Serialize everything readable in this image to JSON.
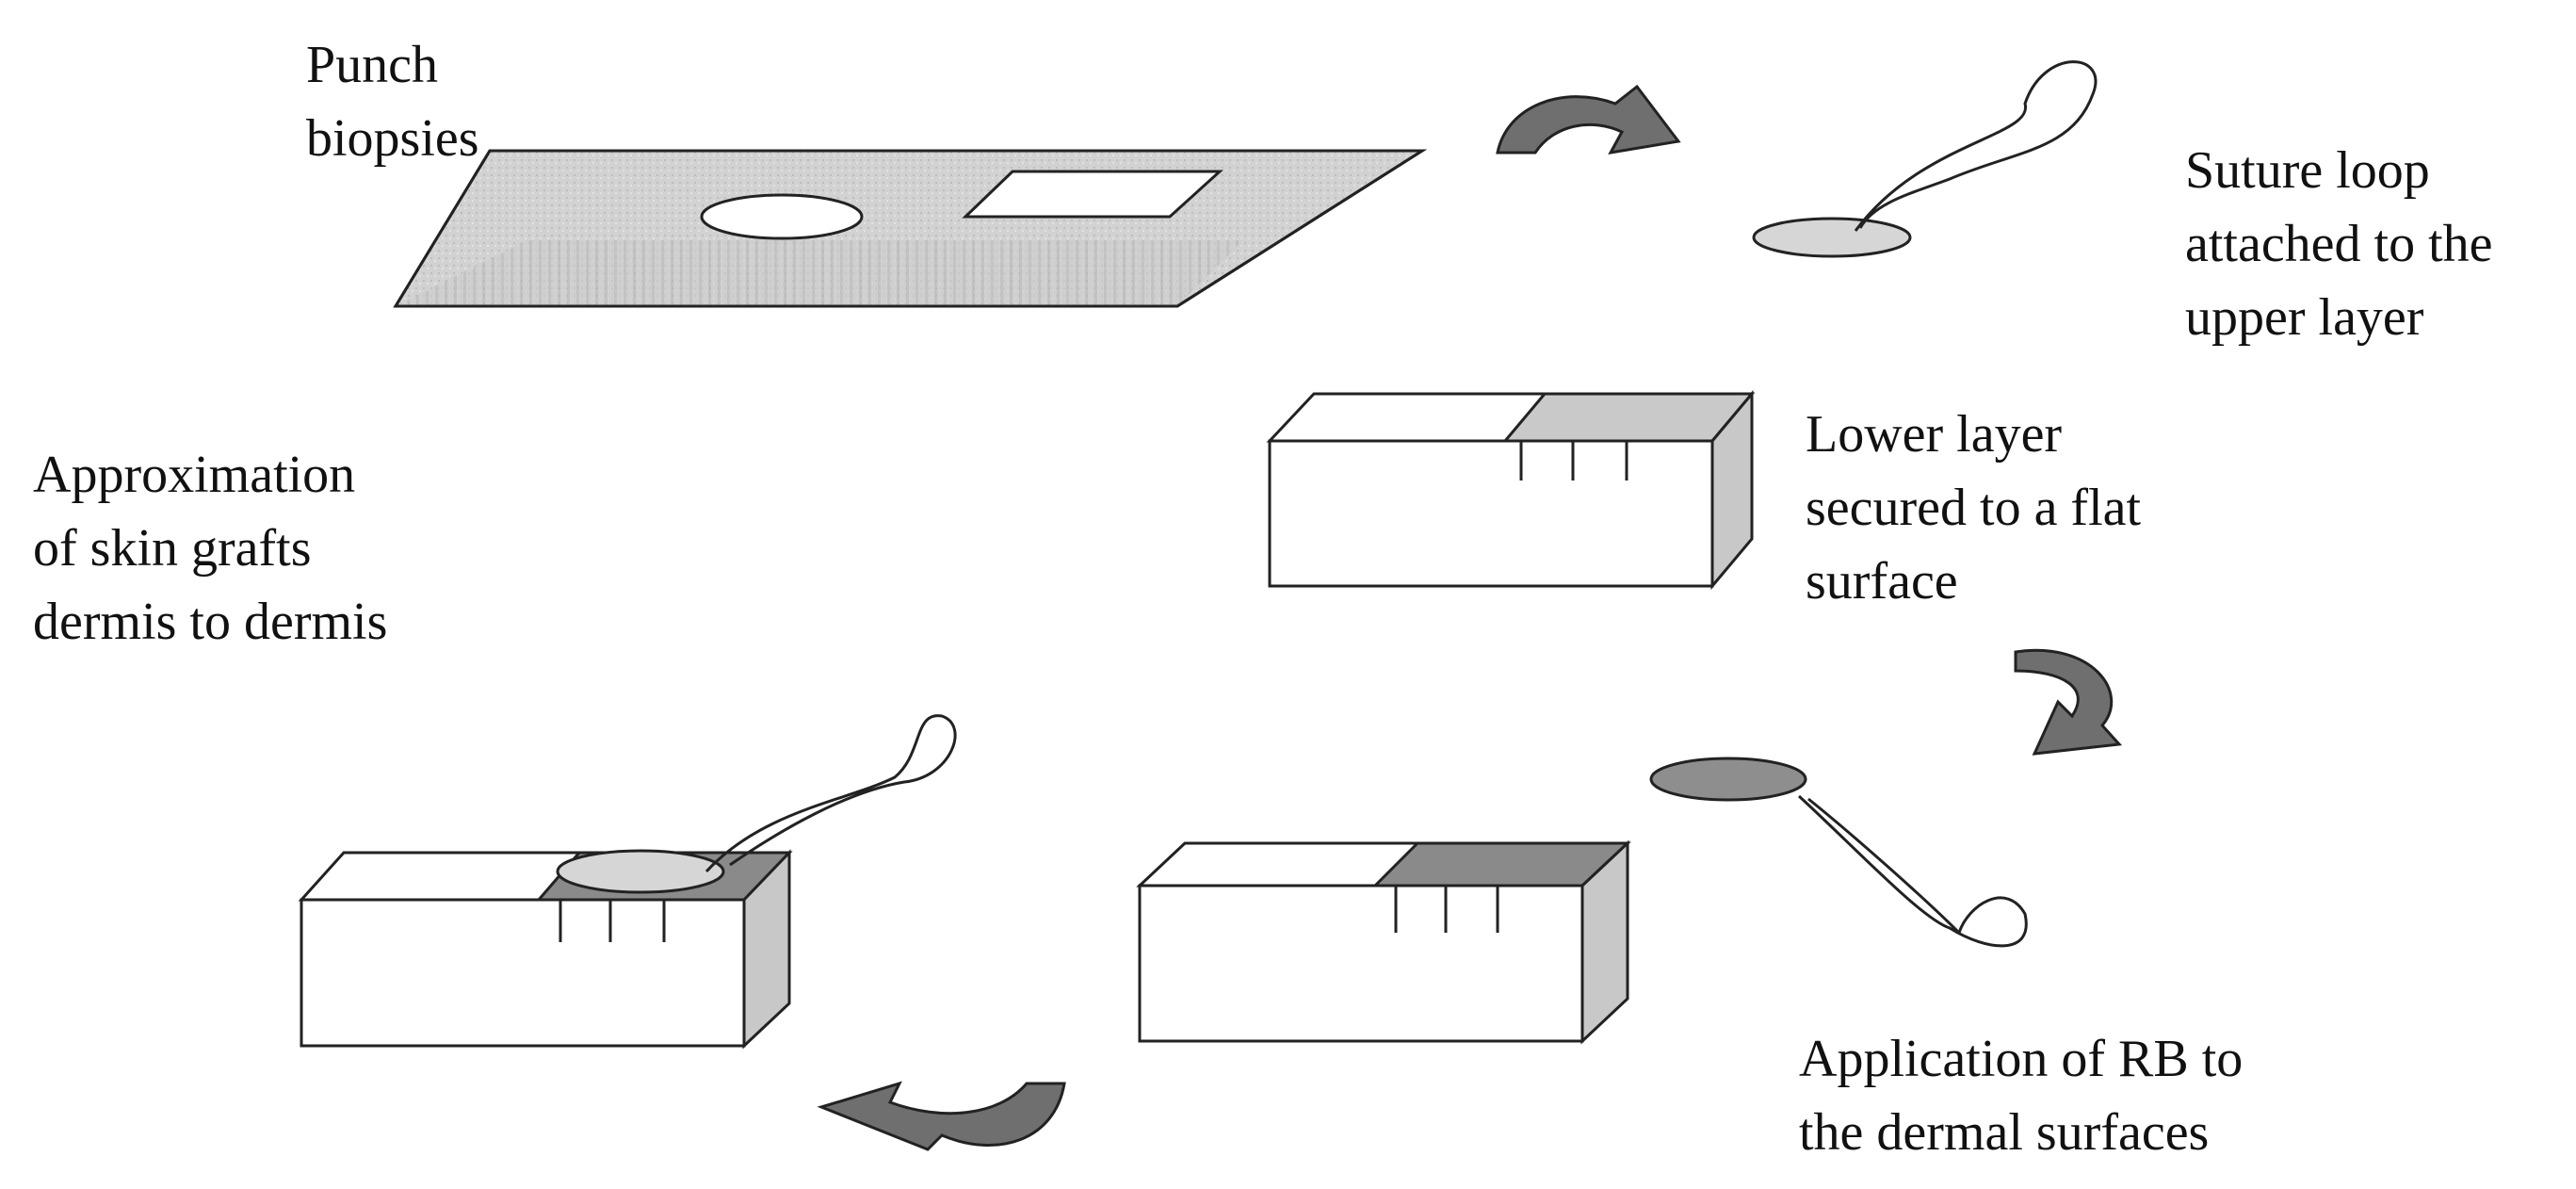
{
  "labels": {
    "punch_biopsies": [
      "Punch",
      "biopsies"
    ],
    "suture_loop": [
      "Suture loop",
      "attached to the",
      "upper layer"
    ],
    "lower_layer": [
      "Lower layer",
      "secured to a flat",
      "surface"
    ],
    "approximation": [
      "Approximation",
      "of skin grafts",
      "dermis to dermis"
    ],
    "application": [
      "Application of RB to",
      "the dermal surfaces"
    ]
  },
  "colors": {
    "line": "#222222",
    "skin_sheet": "#cfcfcf",
    "graft_light": "#d6d6d6",
    "graft_dark": "#8e8e8e",
    "block_side": "#c8c8c8",
    "arrow": "#6f6f6f"
  }
}
